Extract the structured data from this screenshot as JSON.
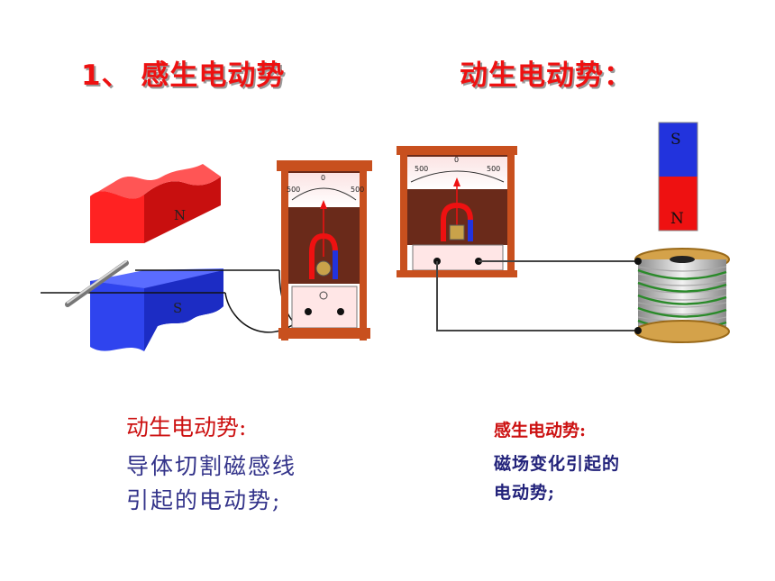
{
  "titles": {
    "left": "1、 感生电动势",
    "right": "动生电动势："
  },
  "left_figure": {
    "top_magnet_label": "N",
    "bottom_magnet_label": "S",
    "gauge_scale": [
      "500",
      "0",
      "500"
    ]
  },
  "right_figure": {
    "magnet_top_label": "S",
    "magnet_bottom_label": "N",
    "gauge_scale": [
      "500",
      "0",
      "500"
    ]
  },
  "captions": {
    "left": {
      "heading": "动生电动势:",
      "line1": "导体切割磁感线",
      "line2": "引起的电动势;"
    },
    "right": {
      "heading": "感生电动势:",
      "line1": "磁场变化引起的",
      "line2": "电动势;"
    }
  },
  "colors": {
    "title": "#ee1111",
    "magnet_red": "#ee1111",
    "magnet_blue": "#2233dd",
    "frame_wood": "#c8501e",
    "coil_wire": "#2a8a2a"
  }
}
